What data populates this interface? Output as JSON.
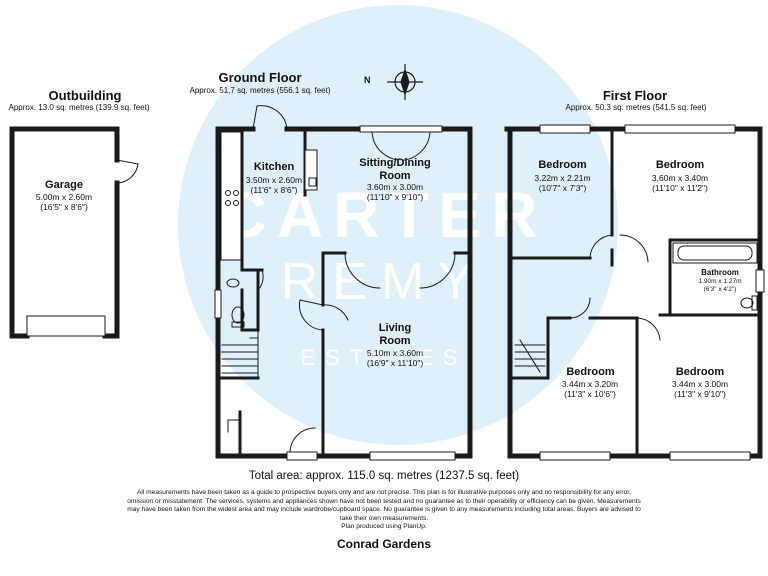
{
  "brand": {
    "watermark_line1": "CARTER",
    "watermark_line2": "REMY",
    "watermark_line3": "ESTATES"
  },
  "outbuilding": {
    "title": "Outbuilding",
    "area": "Approx. 13.0 sq. metres (139.9 sq. feet)",
    "garage": {
      "name": "Garage",
      "dim_m": "5.00m x 2.60m",
      "dim_ft": "(16'5\" x 8'6\")"
    }
  },
  "ground_floor": {
    "title": "Ground Floor",
    "area": "Approx. 51.7 sq. metres (556.1 sq. feet)",
    "kitchen": {
      "name": "Kitchen",
      "dim_m": "3.50m x 2.60m",
      "dim_ft": "(11'6\" x 8'6\")"
    },
    "sitting_dining": {
      "name_line1": "Sitting/Dining",
      "name_line2": "Room",
      "dim_m": "3.60m x 3.00m",
      "dim_ft": "(11'10\" x 9'10\")"
    },
    "living": {
      "name_line1": "Living",
      "name_line2": "Room",
      "dim_m": "5.10m x 3.60m",
      "dim_ft": "(16'9\" x 11'10\")"
    }
  },
  "first_floor": {
    "title": "First Floor",
    "area": "Approx. 50.3 sq. metres (541.5 sq. feet)",
    "bedroom1": {
      "name": "Bedroom",
      "dim_m": "3.22m x 2.21m",
      "dim_ft": "(10'7\" x 7'3\")"
    },
    "bedroom2": {
      "name": "Bedroom",
      "dim_m": "3.60m x 3.40m",
      "dim_ft": "(11'10\" x 11'2\")"
    },
    "bathroom": {
      "name": "Bathroom",
      "dim_m": "1.90m x 1.27m",
      "dim_ft": "(6'3\" x 4'2\")"
    },
    "bedroom3": {
      "name": "Bedroom",
      "dim_m": "3.44m x 3.20m",
      "dim_ft": "(11'3\" x 10'6\")"
    },
    "bedroom4": {
      "name": "Bedroom",
      "dim_m": "3.44m x 3.00m",
      "dim_ft": "(11'3\" x 9'10\")"
    }
  },
  "compass": {
    "label": "N"
  },
  "total_area": "Total area: approx. 115.0 sq. metres (1237.5 sq. feet)",
  "disclaimer": "All measurements have been taken as a guide to prospective buyers only and are not precise. This plan is for illustrative purposes only and no responsibility for any error, omission or misstatement. The services, systems and appliances shown have not been tested and no guarantee as to their operability or efficiency can be given. Measurements may have been taken from the widest area and may include wardrobe/cupboard space. No guarantee is given to any measurements including total areas. Buyers are advised to take their own measurements.",
  "disclaimer_footer": "Plan produced using PlanUp.",
  "address": "Conrad Gardens",
  "colors": {
    "wall": "#1a1a1a",
    "watermark": "#dff0fb",
    "window": "#ffffff"
  }
}
